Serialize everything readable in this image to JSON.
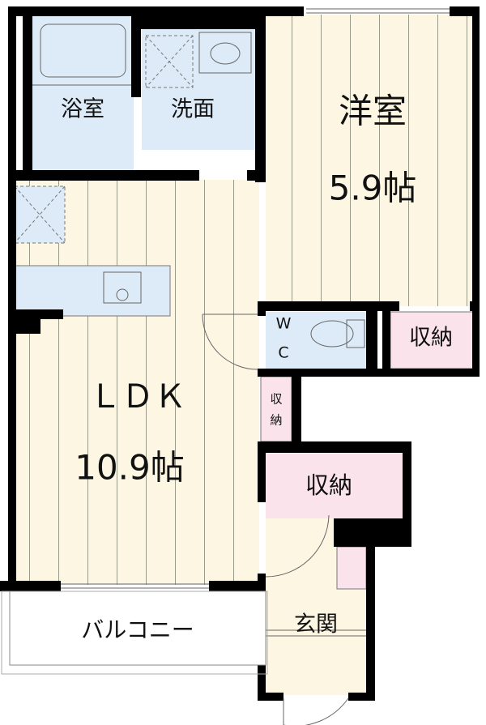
{
  "colors": {
    "floor": "#fdf6e3",
    "wet": "#dcebf7",
    "storage": "#fbe3ec",
    "wall": "#000000"
  },
  "rooms": {
    "bath": {
      "label": "浴室"
    },
    "washroom": {
      "label": "洗面"
    },
    "western": {
      "label": "洋室",
      "size": "5.9帖"
    },
    "wc": {
      "label_1": "W",
      "label_2": "C"
    },
    "storage_western": {
      "label": "収納"
    },
    "ldk": {
      "label": "ＬＤＫ",
      "size": "10.9帖"
    },
    "storage_small": {
      "label_1": "収",
      "label_2": "納"
    },
    "storage_hall": {
      "label": "収納"
    },
    "balcony": {
      "label": "バルコニー"
    },
    "entrance": {
      "label": "玄関"
    }
  }
}
